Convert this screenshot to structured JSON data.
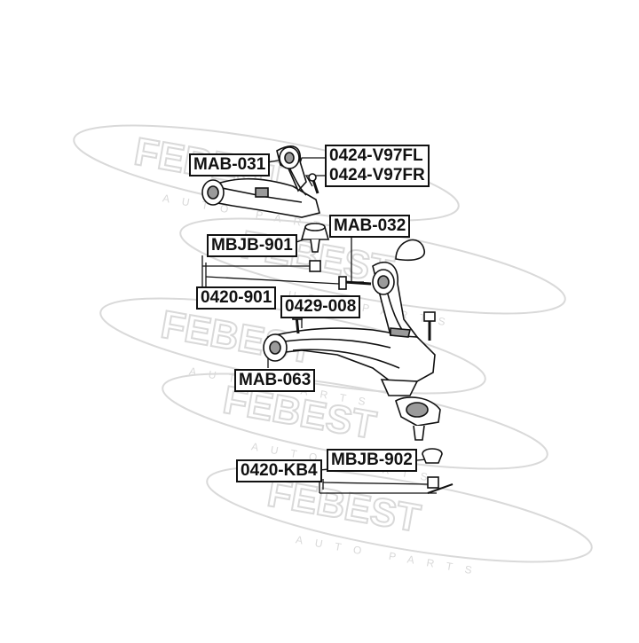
{
  "watermark": {
    "brand": "FEBEST",
    "tagline": "AUTO PARTS"
  },
  "labels": {
    "mab_031": "MAB-031",
    "upper_arm_left": "0424-V97FL",
    "upper_arm_right": "0424-V97FR",
    "mab_032": "MAB-032",
    "mbjb_901": "MBJB-901",
    "kit_0420_901": "0420-901",
    "bolt_0429_008": "0429-008",
    "mab_063": "MAB-063",
    "mbjb_902": "MBJB-902",
    "kit_0420_kb4": "0420-KB4"
  },
  "colors": {
    "line": "#111111",
    "watermark": "#d9d9d9",
    "fill": "#ffffff",
    "shade": "#9a9a9a"
  }
}
